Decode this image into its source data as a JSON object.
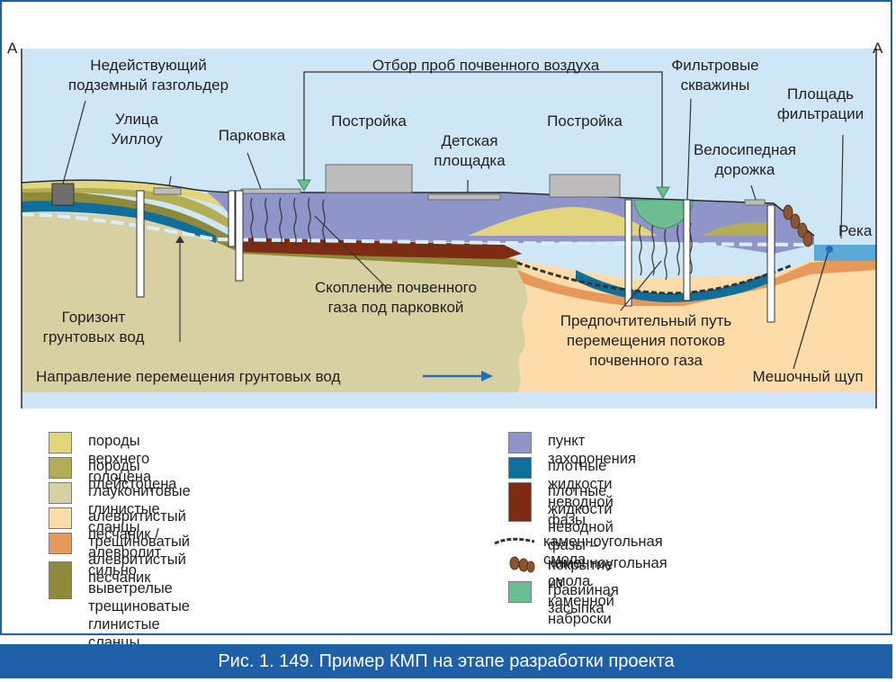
{
  "diagram": {
    "section_left": "A",
    "section_right": "A",
    "labels": {
      "gasholder": [
        "Недействующий",
        "подземный газгольдер"
      ],
      "soil_air": "Отбор проб почвенного воздуха",
      "filter_wells": [
        "Фильтровые",
        "скважины"
      ],
      "filter_area": [
        "Площадь",
        "фильтрации"
      ],
      "willow_street": [
        "Улица",
        "Уиллоу"
      ],
      "parking": "Парковка",
      "building_1": "Постройка",
      "building_2": "Постройка",
      "playground": [
        "Детская",
        "площадка"
      ],
      "bike_path": [
        "Велосипедная",
        "дорожка"
      ],
      "river": "Река",
      "gas_accumulation": [
        "Скопление почвенного",
        "газа под парковкой"
      ],
      "preferred_path": [
        "Предпочтительный путь",
        "перемещения потоков",
        "почвенного газа"
      ],
      "bag_probe": "Мешочный щуп",
      "water_table": [
        "Горизонт",
        "грунтовых вод"
      ],
      "flow_direction": "Направление перемещения грунтовых вод"
    },
    "colors": {
      "sky": "#cfe6f6",
      "upper_holocene": "#e2d67c",
      "pleistocene": "#b3ad55",
      "glauconite": "#d6d0a3",
      "siltstone": "#fddcaa",
      "fractured_siltstone": "#e7995c",
      "weathered_shale": "#8e8a3a",
      "burial": "#8f95c9",
      "dnapl": "#0f6e9a",
      "coal_tar_dnapl": "#7b2c12",
      "riprap": "#8c5531",
      "gravel": "#6cbd91",
      "arrow_blue": "#1f6fbd"
    }
  },
  "legend_left": [
    {
      "label": "породы верхнего голоцена",
      "color": "#e2d67c"
    },
    {
      "label": "породы плейстоцена",
      "color": "#b3ad55"
    },
    {
      "label": "глауконитовые глинистые сланцы",
      "color": "#d6d0a3"
    },
    {
      "label": "алевритистый песчаник / алевролит",
      "color": "#fddcaa"
    },
    {
      "label": "трещиноватый алевритистый песчаник",
      "color": "#e7995c"
    },
    {
      "label": "сильно выветрелые трещиноватые\nглинистые сланцы",
      "color": "#8e8a3a"
    }
  ],
  "legend_right": [
    {
      "label": "пункт захоронения",
      "color": "#8f95c9",
      "kind": "swatch"
    },
    {
      "label": "плотные жидкости неводной фазы",
      "color": "#0f6e9a",
      "kind": "swatch"
    },
    {
      "label": "плотные жидкости неводной\nфазы – каменноугольная смола",
      "color": "#7b2c12",
      "kind": "swatch"
    },
    {
      "label": "каменноугольная смола",
      "color": "#333333",
      "kind": "dash-line"
    },
    {
      "label": "покрытие из каменной наброски",
      "color": "#8c5531",
      "kind": "stones"
    },
    {
      "label": "гравийная засыпка",
      "color": "#6cbd91",
      "kind": "swatch"
    }
  ],
  "caption": "Рис. 1. 149. Пример КМП на  этапе разработки проекта"
}
